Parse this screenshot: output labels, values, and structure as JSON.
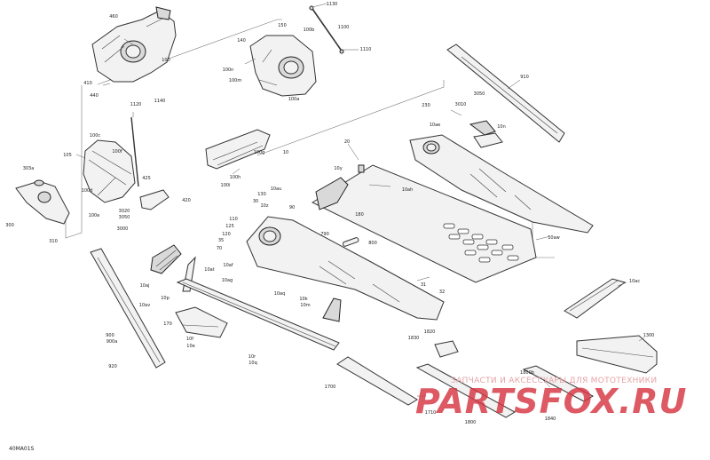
{
  "document_code": "40MA01S",
  "watermark": {
    "line1": "ЗАПЧАСТИ И АКСЕССУАРЫ ДЛЯ МОТОТЕХНИКИ",
    "brand": "PARTSFOX.RU"
  },
  "callouts": [
    {
      "id": "c1",
      "label": "460"
    },
    {
      "id": "c2",
      "label": "100"
    },
    {
      "id": "c3",
      "label": "410"
    },
    {
      "id": "c4",
      "label": "440"
    },
    {
      "id": "c5",
      "label": "150"
    },
    {
      "id": "c6",
      "label": "140"
    },
    {
      "id": "c7",
      "label": "100n"
    },
    {
      "id": "c8",
      "label": "100m"
    },
    {
      "id": "c9",
      "label": "100b"
    },
    {
      "id": "c10",
      "label": "1130"
    },
    {
      "id": "c11",
      "label": "1100"
    },
    {
      "id": "c12",
      "label": "1110"
    },
    {
      "id": "c13",
      "label": "100a"
    },
    {
      "id": "c14",
      "label": "1120"
    },
    {
      "id": "c15",
      "label": "1140"
    },
    {
      "id": "c16",
      "label": "100c"
    },
    {
      "id": "c17",
      "label": "105"
    },
    {
      "id": "c18",
      "label": "100f"
    },
    {
      "id": "c19",
      "label": "303a"
    },
    {
      "id": "c20",
      "label": "100d"
    },
    {
      "id": "c21",
      "label": "425"
    },
    {
      "id": "c22",
      "label": "100e"
    },
    {
      "id": "c23",
      "label": "3020"
    },
    {
      "id": "c24",
      "label": "3050"
    },
    {
      "id": "c25",
      "label": "3000"
    },
    {
      "id": "c26",
      "label": "420"
    },
    {
      "id": "c27",
      "label": "300"
    },
    {
      "id": "c28",
      "label": "310"
    },
    {
      "id": "c29",
      "label": "100g"
    },
    {
      "id": "c30",
      "label": "100h"
    },
    {
      "id": "c31",
      "label": "100i"
    },
    {
      "id": "c32",
      "label": "10"
    },
    {
      "id": "c33",
      "label": "20"
    },
    {
      "id": "c34",
      "label": "10y"
    },
    {
      "id": "c35",
      "label": "10ah"
    },
    {
      "id": "c36",
      "label": "180"
    },
    {
      "id": "c37",
      "label": "230"
    },
    {
      "id": "c38",
      "label": "3010"
    },
    {
      "id": "c39",
      "label": "3050"
    },
    {
      "id": "c40",
      "label": "10ae"
    },
    {
      "id": "c41",
      "label": "10n"
    },
    {
      "id": "c42",
      "label": "910"
    },
    {
      "id": "c43",
      "label": "10au"
    },
    {
      "id": "c44",
      "label": "130"
    },
    {
      "id": "c45",
      "label": "10z"
    },
    {
      "id": "c46",
      "label": "30"
    },
    {
      "id": "c47",
      "label": "90"
    },
    {
      "id": "c48",
      "label": "110"
    },
    {
      "id": "c49",
      "label": "125"
    },
    {
      "id": "c50",
      "label": "120"
    },
    {
      "id": "c51",
      "label": "35"
    },
    {
      "id": "c52",
      "label": "70"
    },
    {
      "id": "c53",
      "label": "10af"
    },
    {
      "id": "c54",
      "label": "10at"
    },
    {
      "id": "c55",
      "label": "10ag"
    },
    {
      "id": "c56",
      "label": "10aj"
    },
    {
      "id": "c57",
      "label": "10p"
    },
    {
      "id": "c58",
      "label": "10av"
    },
    {
      "id": "c59",
      "label": "10aq"
    },
    {
      "id": "c60",
      "label": "800"
    },
    {
      "id": "c61",
      "label": "790"
    },
    {
      "id": "c62",
      "label": "31"
    },
    {
      "id": "c63",
      "label": "32"
    },
    {
      "id": "c64",
      "label": "10k"
    },
    {
      "id": "c65",
      "label": "10m"
    },
    {
      "id": "c66",
      "label": "10aw"
    },
    {
      "id": "c67",
      "label": "10ac"
    },
    {
      "id": "c68",
      "label": "900"
    },
    {
      "id": "c69",
      "label": "900a"
    },
    {
      "id": "c70",
      "label": "920"
    },
    {
      "id": "c71",
      "label": "170"
    },
    {
      "id": "c72",
      "label": "10f"
    },
    {
      "id": "c73",
      "label": "10e"
    },
    {
      "id": "c74",
      "label": "10r"
    },
    {
      "id": "c75",
      "label": "10q"
    },
    {
      "id": "c76",
      "label": "1820"
    },
    {
      "id": "c77",
      "label": "1830"
    },
    {
      "id": "c78",
      "label": "1300"
    },
    {
      "id": "c79",
      "label": "1700"
    },
    {
      "id": "c80",
      "label": "1710"
    },
    {
      "id": "c81",
      "label": "1800"
    },
    {
      "id": "c82",
      "label": "1800b"
    },
    {
      "id": "c83",
      "label": "1840"
    }
  ]
}
